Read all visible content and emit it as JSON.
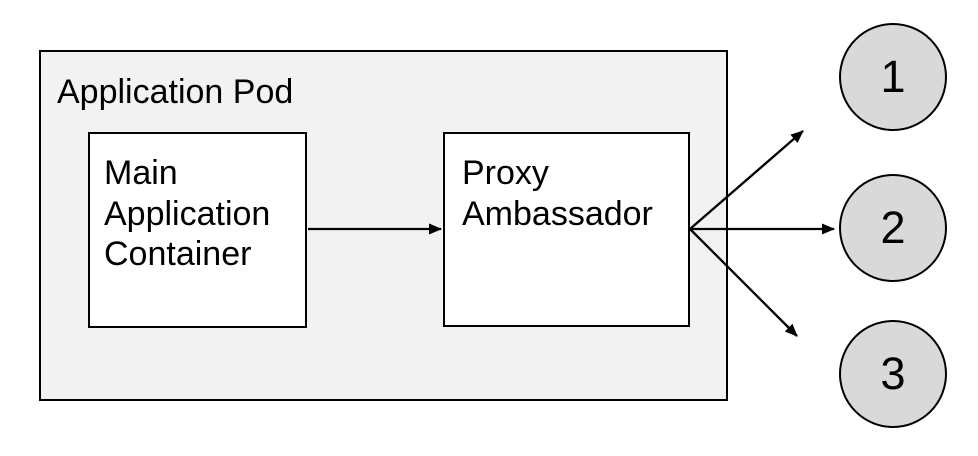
{
  "diagram": {
    "pod": {
      "label": "Application Pod"
    },
    "nodes": [
      {
        "id": "main-application-container",
        "label": "Main Application Container"
      },
      {
        "id": "proxy-ambassador",
        "label": "Proxy Ambassador"
      }
    ],
    "endpoints": [
      {
        "label": "1"
      },
      {
        "label": "2"
      },
      {
        "label": "3"
      }
    ],
    "arrows": [
      {
        "name": "main-to-proxy"
      },
      {
        "name": "proxy-to-endpoint-1"
      },
      {
        "name": "proxy-to-endpoint-2"
      },
      {
        "name": "proxy-to-endpoint-3"
      }
    ],
    "colors": {
      "pod_fill": "#f2f2f2",
      "node_fill": "#ffffff",
      "endpoint_fill": "#d9d9d9",
      "stroke": "#000000",
      "background": "#ffffff"
    }
  }
}
